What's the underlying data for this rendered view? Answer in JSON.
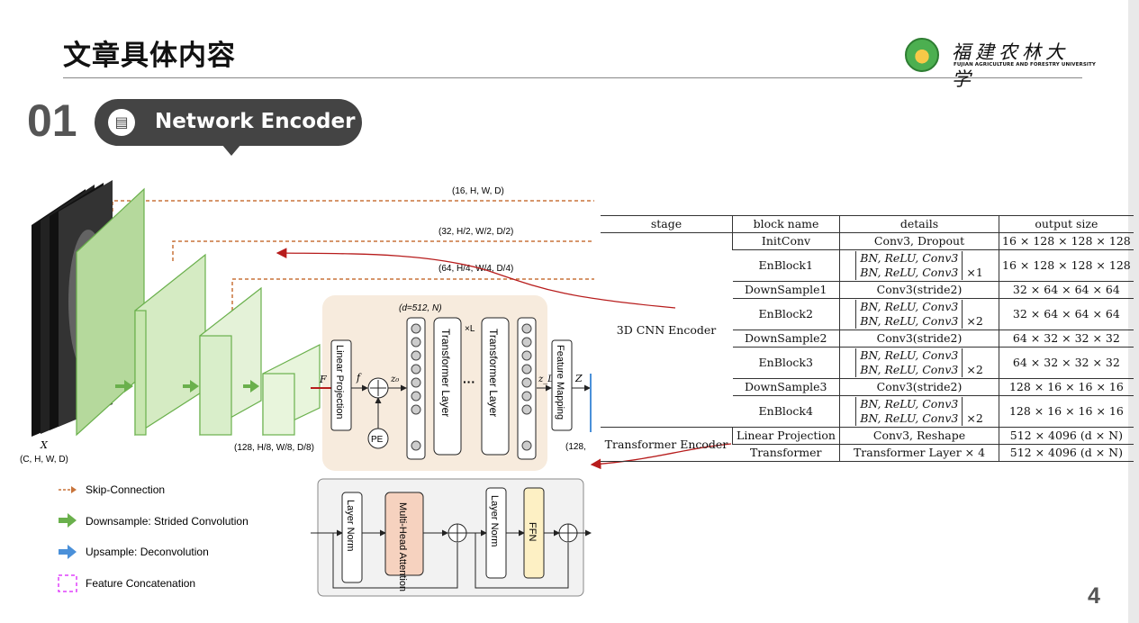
{
  "slide": {
    "title": "文章具体内容",
    "page_number": "4",
    "accent_color": "#444444"
  },
  "logo": {
    "name_cn": "福建农林大学",
    "name_en": "FUJIAN AGRICULTURE AND FORESTRY UNIVERSITY",
    "icon": "university-emblem-icon"
  },
  "section": {
    "number": "01",
    "label": "Network Encoder",
    "icon": "document-icon"
  },
  "diagram": {
    "input_label": "X",
    "input_dims": "(C, H, W, D)",
    "skip_dims": [
      "(16, H, W, D)",
      "(32, H/2, W/2, D/2)",
      "(64, H/4, W/4, D/4)"
    ],
    "bottleneck_dims": "(128, H/8, W/8, D/8)",
    "token_dims": "(d=512, N)",
    "output_dims_partial": "(128,",
    "labels": {
      "linear_projection": "Linear Projection",
      "transformer_layer": "Transformer Layer",
      "feature_mapping": "Feature Mapping",
      "pe": "PE",
      "times_l": "×L",
      "F": "F",
      "f": "f",
      "z0": "z₀",
      "zL": "z_L",
      "Z": "Z",
      "layer_norm": "Layer Norm",
      "mha": "Multi-Head Attention",
      "ffn": "FFN"
    },
    "legend": [
      {
        "label": "Skip-Connection",
        "color": "#c8743a",
        "style": "dashed-arrow"
      },
      {
        "label": "Downsample: Strided Convolution",
        "color": "#6ab04c",
        "style": "arrow"
      },
      {
        "label": "Upsample: Deconvolution",
        "color": "#4a90d9",
        "style": "arrow"
      },
      {
        "label": "Feature Concatenation",
        "color": "#e040fb",
        "style": "dashed-box"
      }
    ],
    "colors": {
      "block_fill": "#c8e6b0",
      "block_stroke": "#6ab04c",
      "skip": "#c8743a",
      "panel": "#f7ebdd",
      "mha_fill": "#f6d2bf",
      "ffn_fill": "#fdf0c4",
      "annotation_arrow": "#b71c1c"
    }
  },
  "table": {
    "headers": [
      "stage",
      "block name",
      "details",
      "output size"
    ],
    "rows": [
      {
        "stage": "3D CNN Encoder",
        "block": "InitConv",
        "details": [
          "Conv3, Dropout"
        ],
        "mult": "",
        "output": "16 × 128 × 128 × 128"
      },
      {
        "stage": "",
        "block": "EnBlock1",
        "details": [
          "BN, ReLU, Conv3",
          "BN, ReLU, Conv3"
        ],
        "mult": "×1",
        "output": "16 × 128 × 128 × 128"
      },
      {
        "stage": "",
        "block": "DownSample1",
        "details": [
          "Conv3(stride2)"
        ],
        "mult": "",
        "output": "32 × 64 × 64 × 64"
      },
      {
        "stage": "",
        "block": "EnBlock2",
        "details": [
          "BN, ReLU, Conv3",
          "BN, ReLU, Conv3"
        ],
        "mult": "×2",
        "output": "32 × 64 × 64 × 64"
      },
      {
        "stage": "",
        "block": "DownSample2",
        "details": [
          "Conv3(stride2)"
        ],
        "mult": "",
        "output": "64 × 32 × 32 × 32"
      },
      {
        "stage": "",
        "block": "EnBlock3",
        "details": [
          "BN, ReLU, Conv3",
          "BN, ReLU, Conv3"
        ],
        "mult": "×2",
        "output": "64 × 32 × 32 × 32"
      },
      {
        "stage": "",
        "block": "DownSample3",
        "details": [
          "Conv3(stride2)"
        ],
        "mult": "",
        "output": "128 × 16 × 16 × 16"
      },
      {
        "stage": "",
        "block": "EnBlock4",
        "details": [
          "BN, ReLU, Conv3",
          "BN, ReLU, Conv3"
        ],
        "mult": "×2",
        "output": "128 × 16 × 16 × 16"
      },
      {
        "stage": "Transformer Encoder",
        "block": "Linear Projection",
        "details": [
          "Conv3, Reshape"
        ],
        "mult": "",
        "output": "512 × 4096 (d × N)"
      },
      {
        "stage": "",
        "block": "Transformer",
        "details": [
          "Transformer Layer × 4"
        ],
        "mult": "",
        "output": "512 × 4096 (d × N)"
      }
    ]
  }
}
